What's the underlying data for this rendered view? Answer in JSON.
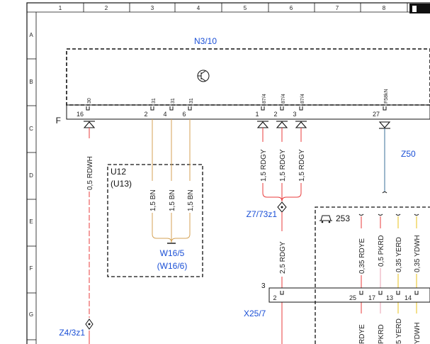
{
  "grid": {
    "columns": [
      "1",
      "2",
      "3",
      "4",
      "5",
      "6",
      "7",
      "8"
    ],
    "rows": [
      "A",
      "B",
      "C",
      "D",
      "E",
      "F",
      "G"
    ]
  },
  "component_main": {
    "ref": "N3/10",
    "connector": "F"
  },
  "pins_top": {
    "p16": "30",
    "p2": "31",
    "p4": "31",
    "p6": "31",
    "p1": "87/4",
    "p2b": "87/4",
    "p3": "87/4",
    "p27": "F58kN"
  },
  "pin_numbers": {
    "p16": "16",
    "p2": "2",
    "p4": "4",
    "p6": "6",
    "p1": "1",
    "p2b": "2",
    "p3": "3",
    "p27": "27"
  },
  "wires": {
    "rdwh": "0,5 RDWH",
    "bn1": "1,5 BN",
    "bn2": "1,5 BN",
    "bn3": "1,5 BN",
    "rdgy1": "1,5 RDGY",
    "rdgy2": "1,5 RDGY",
    "rdgy3": "1,5 RDGY",
    "rdgy_main": "2,5 RDGY",
    "rdye": "0,35 RDYE",
    "pkrd": "0,5 PKRD",
    "yerd": "0,35 YERD",
    "ydwh": "0,35 YDWH",
    "rdye_b": "RDYE",
    "pkrd_b": "PKRD",
    "yerd_b": "5 YERD",
    "ydwh_b": "YDWH"
  },
  "refs": {
    "u12": "U12",
    "u13": "(U13)",
    "w16_5": "W16/5",
    "w16_6": "(W16/6)",
    "z7": "Z7/73z1",
    "z4": "Z4/3z1",
    "x25": "X25/7",
    "z50": "Z50",
    "n253": "253",
    "x25_pin3": "3",
    "x25_pin2": "2",
    "x25_p25": "25",
    "x25_p17": "17",
    "x25_p13": "13",
    "x25_p14": "14"
  },
  "colors": {
    "frame": "#111111",
    "rd": "#e83b3b",
    "bn": "#d4a254",
    "blue_ref": "#1a4fd6",
    "z50_wire": "#3a6f9a",
    "yellow": "#e8c21a"
  }
}
